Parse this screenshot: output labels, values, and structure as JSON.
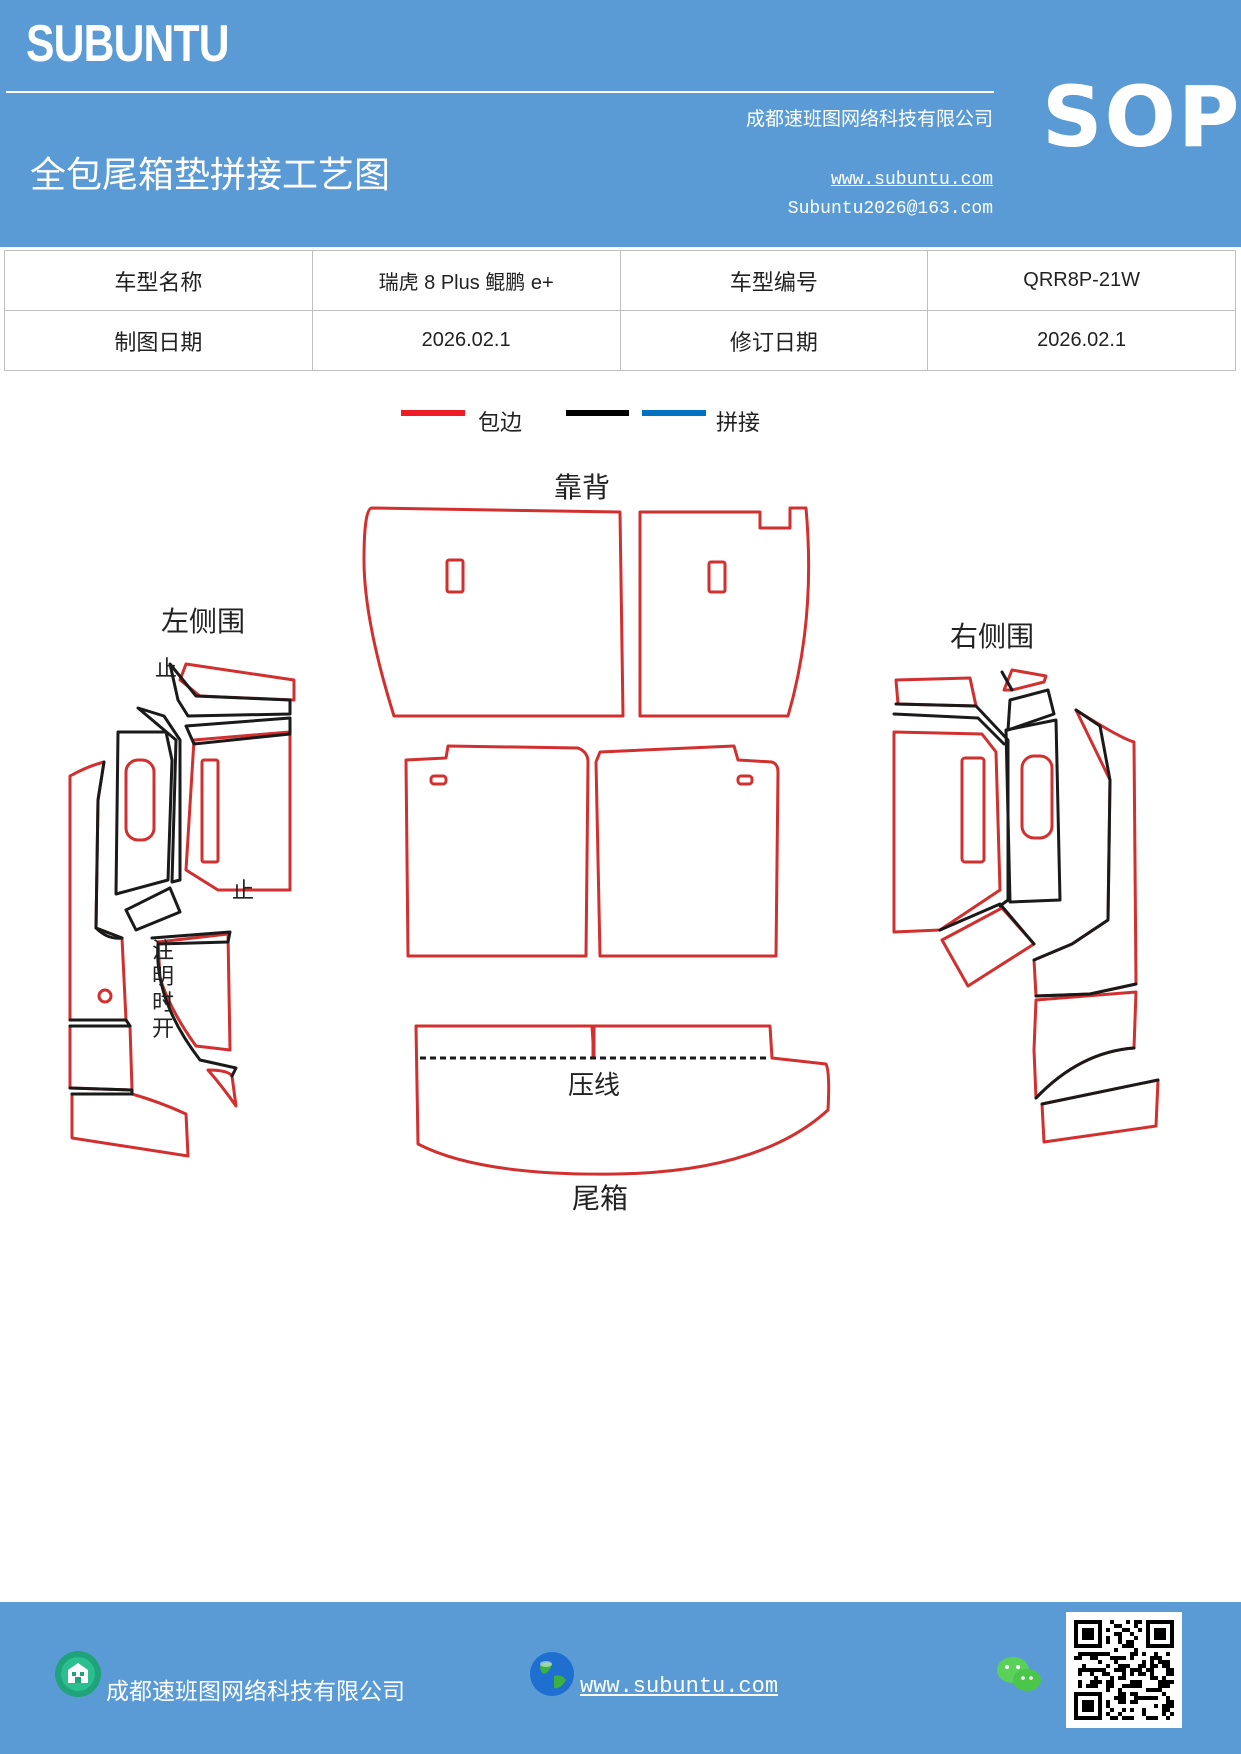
{
  "header": {
    "brand": "SUBUNTU",
    "company": "成都速班图网络科技有限公司",
    "title": "全包尾箱垫拼接工艺图",
    "url": "www.subuntu.com",
    "email": "Subuntu2026@163.com",
    "badge": "SOP"
  },
  "info_table": {
    "row1": {
      "label1": "车型名称",
      "value1": "瑞虎 8 Plus  鲲鹏 e+",
      "label2": "车型编号",
      "value2": "QRR8P-21W"
    },
    "row2": {
      "label1": "制图日期",
      "value1": "2026.02.1",
      "label2": "修订日期",
      "value2": "2026.02.1"
    }
  },
  "legend": {
    "edge_label": "包边",
    "seam_label": "拼接",
    "edge_color": "#ee1c25",
    "seam_color_1": "#000000",
    "seam_color_2": "#0070c0"
  },
  "diagram": {
    "backrest_label": "靠背",
    "left_side_label": "左侧围",
    "right_side_label": "右侧围",
    "trunk_label": "尾箱",
    "crease_label": "压线",
    "stop_label_1": "止",
    "stop_label_2": "止",
    "note_chars": [
      "注",
      "明",
      "时",
      "开"
    ],
    "piece_edge_color": "#d22f2f",
    "seam_line_color": "#1a1a1a"
  },
  "footer": {
    "company": "成都速班图网络科技有限公司",
    "url": "www.subuntu.com",
    "building_icon": "building-icon",
    "globe_icon": "globe-icon",
    "wechat_icon": "wechat-icon",
    "qr_icon": "qr-code"
  }
}
